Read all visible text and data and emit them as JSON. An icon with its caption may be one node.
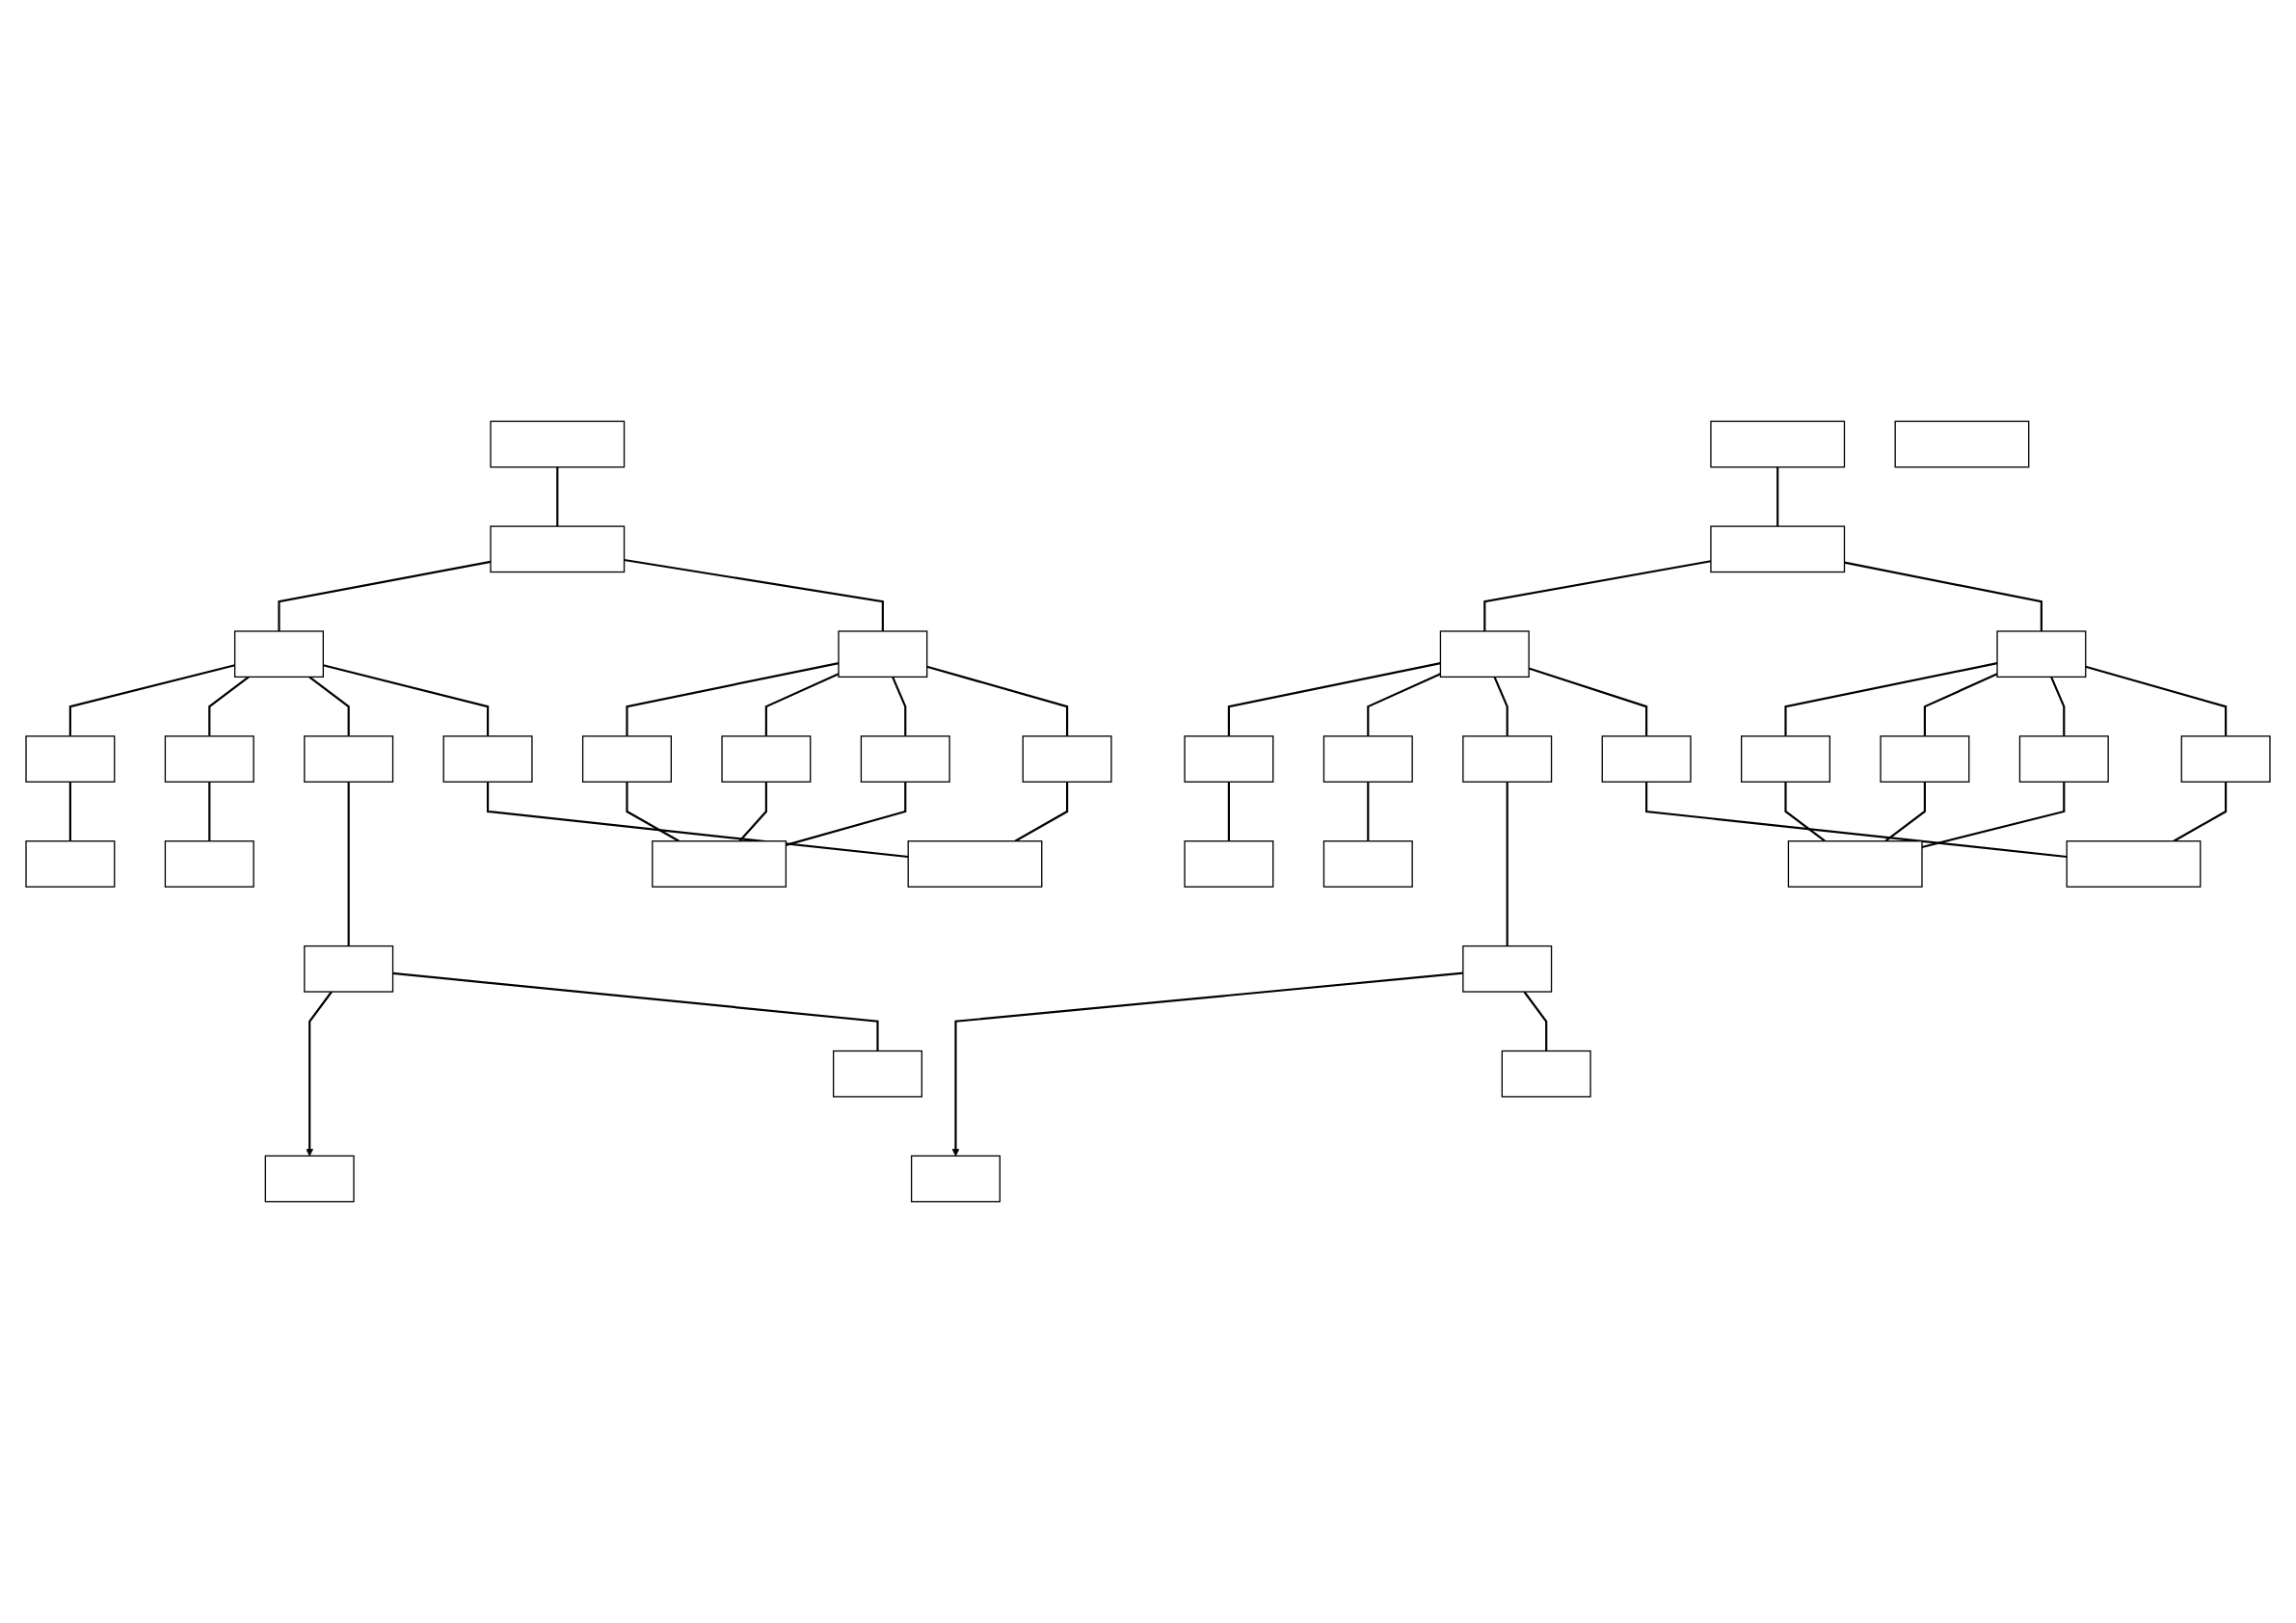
{
  "diagram": {
    "nodes": [
      {
        "text": [],
        "shape": "box"
      },
      {
        "text": [],
        "shape": "box"
      },
      {
        "text": [],
        "shape": "box"
      },
      {
        "text": [],
        "shape": "box"
      },
      {
        "text": [],
        "shape": "box"
      },
      {
        "text": [],
        "shape": "box"
      },
      {
        "text": [],
        "shape": "box"
      },
      {
        "text": [],
        "shape": "box"
      },
      {
        "text": [],
        "shape": "box"
      },
      {
        "text": [],
        "shape": "box"
      },
      {
        "text": [],
        "shape": "box"
      },
      {
        "text": [],
        "shape": "box"
      },
      {
        "text": [],
        "shape": "box"
      },
      {
        "text": [],
        "shape": "box"
      },
      {
        "text": [],
        "shape": "box"
      },
      {
        "text": [],
        "shape": "box"
      },
      {
        "text": [],
        "shape": "box"
      },
      {
        "text": [],
        "shape": "box"
      },
      {
        "text": [],
        "shape": "box"
      },
      {
        "text": [],
        "shape": "box"
      },
      {
        "text": [],
        "shape": "box"
      },
      {
        "text": [],
        "shape": "box"
      },
      {
        "text": [],
        "shape": "box"
      },
      {
        "text": [],
        "shape": "box"
      },
      {
        "text": [],
        "shape": "box"
      },
      {
        "text": [],
        "shape": "box"
      },
      {
        "text": [],
        "shape": "box"
      },
      {
        "text": [],
        "shape": "box"
      },
      {
        "text": [],
        "shape": "box"
      },
      {
        "text": [],
        "shape": "box"
      },
      {
        "text": [],
        "shape": "box"
      },
      {
        "text": [],
        "shape": "box"
      },
      {
        "text": [],
        "shape": "box"
      },
      {
        "text": [],
        "shape": "box"
      },
      {
        "text": [],
        "shape": "box"
      },
      {
        "text": [],
        "shape": "box"
      },
      {
        "text": [],
        "shape": "box"
      },
      {
        "text": [],
        "shape": "box"
      },
      {
        "text": [],
        "shape": "box"
      }
    ],
    "edges": [
      {
        "from": 1,
        "to": 2,
        "arrow": "none"
      },
      {
        "from": 2,
        "to": 3,
        "arrow": "none"
      },
      {
        "from": 2,
        "to": 4,
        "arrow": "none"
      },
      {
        "from": 3,
        "to": 5,
        "arrow": "none"
      },
      {
        "from": 3,
        "to": 6,
        "arrow": "none"
      },
      {
        "from": 3,
        "to": 7,
        "arrow": "none"
      },
      {
        "from": 3,
        "to": 8,
        "arrow": "none"
      },
      {
        "from": 4,
        "to": 9,
        "arrow": "none"
      },
      {
        "from": 4,
        "to": 10,
        "arrow": "none"
      },
      {
        "from": 4,
        "to": 11,
        "arrow": "none"
      },
      {
        "from": 4,
        "to": 12,
        "arrow": "none"
      },
      {
        "from": 5,
        "to": 13,
        "arrow": "none"
      },
      {
        "from": 6,
        "to": 14,
        "arrow": "none"
      },
      {
        "from": 9,
        "to": 15,
        "arrow": "none"
      },
      {
        "from": 10,
        "to": 15,
        "arrow": "none"
      },
      {
        "from": 11,
        "to": 15,
        "arrow": "none"
      },
      {
        "from": 8,
        "to": 16,
        "arrow": "none"
      },
      {
        "from": 12,
        "to": 16,
        "arrow": "none"
      },
      {
        "from": 7,
        "to": 17,
        "arrow": "none"
      },
      {
        "from": 17,
        "to": 18,
        "arrow": "to"
      },
      {
        "from": 17,
        "to": 19,
        "arrow": "none"
      },
      {
        "from": 20,
        "to": 21,
        "arrow": "none"
      },
      {
        "from": 21,
        "to": 22,
        "arrow": "none"
      },
      {
        "from": 21,
        "to": 23,
        "arrow": "none"
      },
      {
        "from": 22,
        "to": 24,
        "arrow": "none"
      },
      {
        "from": 22,
        "to": 25,
        "arrow": "none"
      },
      {
        "from": 22,
        "to": 26,
        "arrow": "none"
      },
      {
        "from": 22,
        "to": 27,
        "arrow": "none"
      },
      {
        "from": 23,
        "to": 28,
        "arrow": "none"
      },
      {
        "from": 23,
        "to": 29,
        "arrow": "none"
      },
      {
        "from": 23,
        "to": 30,
        "arrow": "none"
      },
      {
        "from": 23,
        "to": 31,
        "arrow": "none"
      },
      {
        "from": 24,
        "to": 32,
        "arrow": "none"
      },
      {
        "from": 25,
        "to": 33,
        "arrow": "none"
      },
      {
        "from": 28,
        "to": 34,
        "arrow": "none"
      },
      {
        "from": 29,
        "to": 34,
        "arrow": "none"
      },
      {
        "from": 30,
        "to": 34,
        "arrow": "none"
      },
      {
        "from": 27,
        "to": 35,
        "arrow": "none"
      },
      {
        "from": 31,
        "to": 35,
        "arrow": "none"
      },
      {
        "from": 26,
        "to": 36,
        "arrow": "none"
      },
      {
        "from": 36,
        "to": 37,
        "arrow": "to"
      },
      {
        "from": 36,
        "to": 38,
        "arrow": "none"
      }
    ]
  }
}
